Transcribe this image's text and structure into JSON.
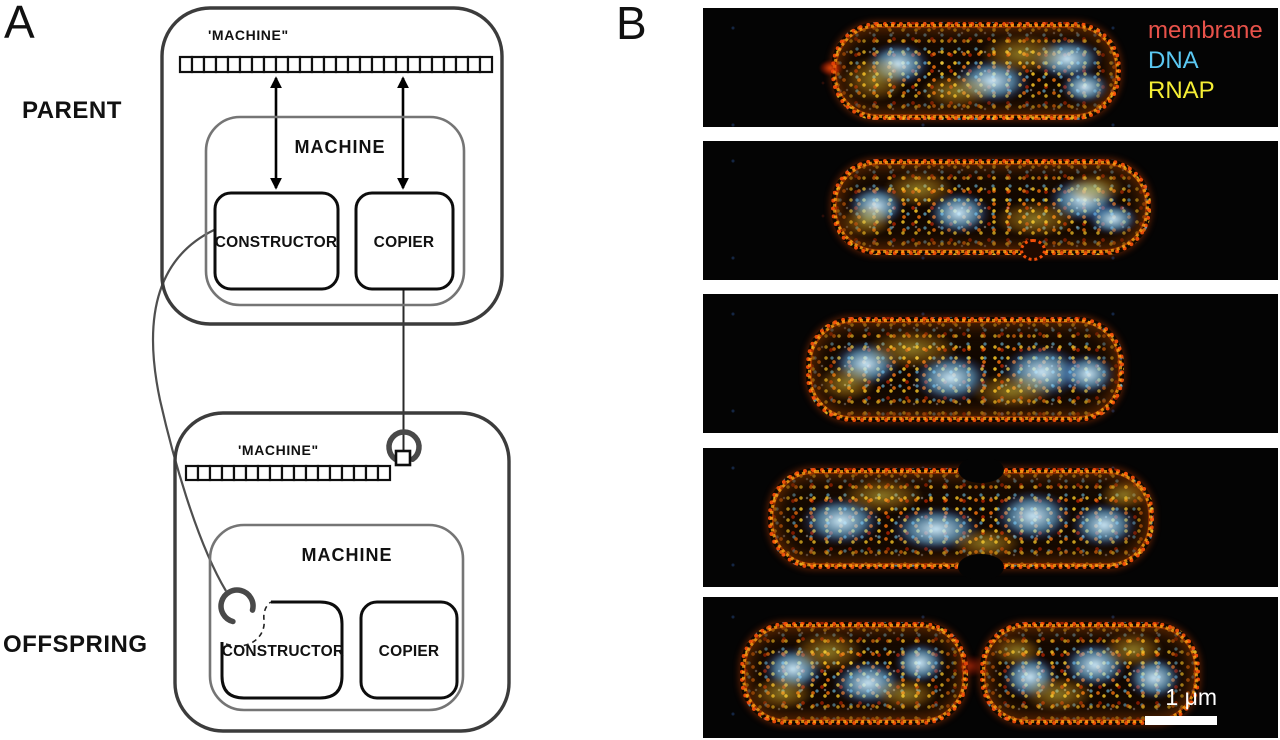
{
  "a": {
    "label": "A",
    "parent": "PARENT",
    "offspring": "OFFSPRING",
    "parent_tape_label": "'MACHINE\"",
    "offspring_tape_label": "'MACHINE\"",
    "parent_machine": "MACHINE",
    "offspring_machine": "MACHINE",
    "parent_constructor": "CONSTRUCTOR",
    "offspring_constructor": "CONSTRUCTOR",
    "parent_copier": "COPIER",
    "offspring_copier": "COPIER",
    "parent_tape_cells": 26,
    "offspring_tape_cells": 17
  },
  "b": {
    "label": "B",
    "legend": [
      {
        "label": "membrane",
        "color": "#e8524a"
      },
      {
        "label": "DNA",
        "color": "#5bc8f2"
      },
      {
        "label": "RNAP",
        "color": "#f5ee35"
      }
    ],
    "scale_bar": "1 μm",
    "micrographs": [
      {
        "cells": 1,
        "stage": "single cell"
      },
      {
        "cells": 1,
        "stage": "elongated cell"
      },
      {
        "cells": 1,
        "stage": "elongated cell, nucleoids segregating"
      },
      {
        "cells": 1,
        "stage": "dividing cell with septum constriction"
      },
      {
        "cells": 2,
        "stage": "two separated daughter cells"
      }
    ]
  }
}
